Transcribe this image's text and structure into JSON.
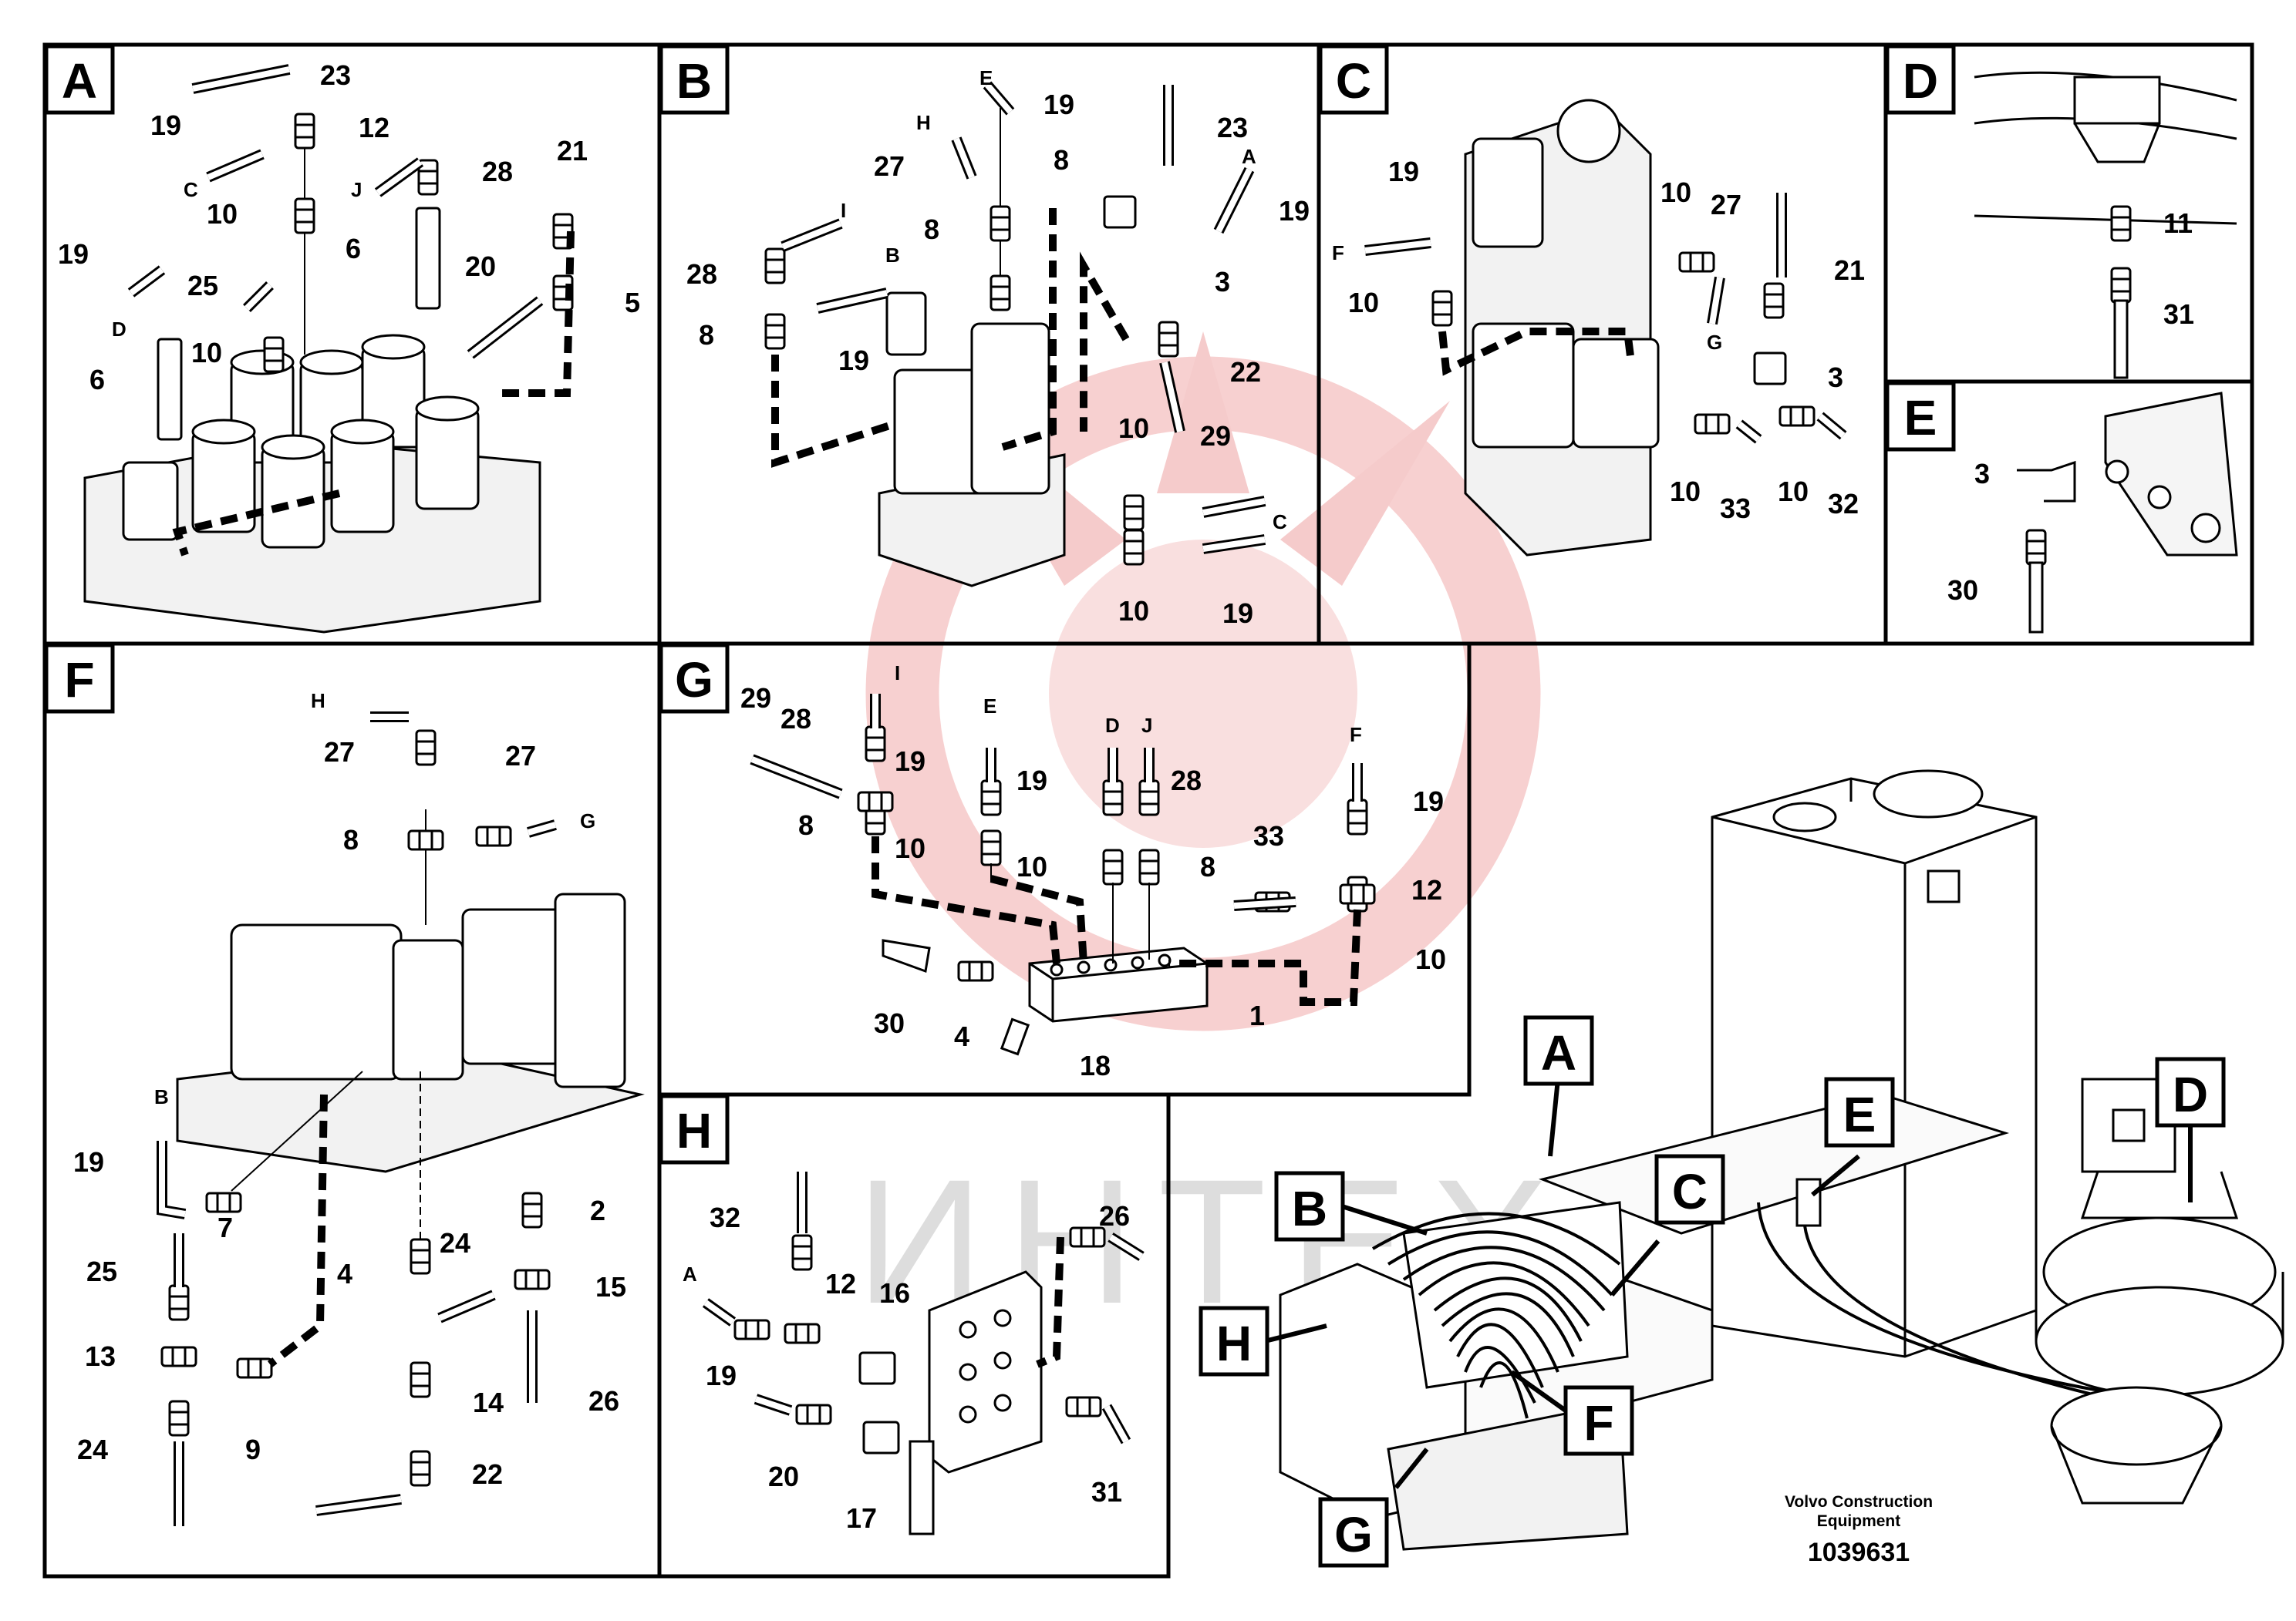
{
  "document": {
    "credit_line_1": "Volvo Construction",
    "credit_line_2": "Equipment",
    "doc_number": "1039631",
    "watermark": "ИНТЕХ"
  },
  "panels": {
    "A": {
      "tag": "A",
      "labels": {
        "l23": "23",
        "l19a": "19",
        "l12": "12",
        "lC": "C",
        "l28": "28",
        "lJ": "J",
        "l10": "10",
        "l21": "21",
        "l19b": "19",
        "l6a": "6",
        "l20": "20",
        "l25": "25",
        "l5": "5",
        "lD": "D",
        "l10b": "10",
        "l6b": "6"
      }
    },
    "B": {
      "tag": "B",
      "labels": {
        "lE": "E",
        "l19a": "19",
        "l23": "23",
        "lH": "H",
        "lA": "A",
        "l27": "27",
        "l8a": "8",
        "l19b": "19",
        "l8b": "8",
        "lI": "I",
        "l28": "28",
        "l3": "3",
        "lB": "B",
        "l8c": "8",
        "l19c": "19",
        "l22": "22",
        "l10a": "10",
        "l29": "29",
        "lC": "C",
        "l10b": "10",
        "l19d": "19"
      }
    },
    "C": {
      "tag": "C",
      "labels": {
        "l19a": "19",
        "l10a": "10",
        "l27": "27",
        "lF": "F",
        "l21": "21",
        "l10b": "10",
        "lG": "G",
        "l3": "3",
        "l10c": "10",
        "l33": "33",
        "l10d": "10",
        "l32": "32"
      }
    },
    "D": {
      "tag": "D",
      "labels": {
        "l11": "11",
        "l31": "31"
      }
    },
    "E": {
      "tag": "E",
      "labels": {
        "l3": "3",
        "l30": "30"
      }
    },
    "F": {
      "tag": "F",
      "labels": {
        "lH": "H",
        "l27a": "27",
        "l27b": "27",
        "lG": "G",
        "l8": "8",
        "lB": "B",
        "l19": "19",
        "l7": "7",
        "l2": "2",
        "l24a": "24",
        "l15": "15",
        "l4": "4",
        "l25": "25",
        "l13": "13",
        "l9": "9",
        "l14": "14",
        "l26": "26",
        "l24b": "24",
        "l22": "22"
      }
    },
    "G": {
      "tag": "G",
      "labels": {
        "lI": "I",
        "l29": "29",
        "l28a": "28",
        "lE": "E",
        "lD": "D",
        "lJ": "J",
        "lF": "F",
        "l19a": "19",
        "l19b": "19",
        "l28b": "28",
        "l19c": "19",
        "l8a": "8",
        "l10a": "10",
        "l10b": "10",
        "l8b": "8",
        "l33": "33",
        "l12": "12",
        "l10c": "10",
        "l30": "30",
        "l4": "4",
        "l1": "1",
        "l18": "18"
      }
    },
    "H": {
      "tag": "H",
      "labels": {
        "l32": "32",
        "l26": "26",
        "lA": "A",
        "l12": "12",
        "l16": "16",
        "l19": "19",
        "l20": "20",
        "l17": "17",
        "l31": "31"
      }
    }
  },
  "overview": {
    "callouts": [
      "A",
      "B",
      "C",
      "D",
      "E",
      "F",
      "G",
      "H"
    ]
  }
}
